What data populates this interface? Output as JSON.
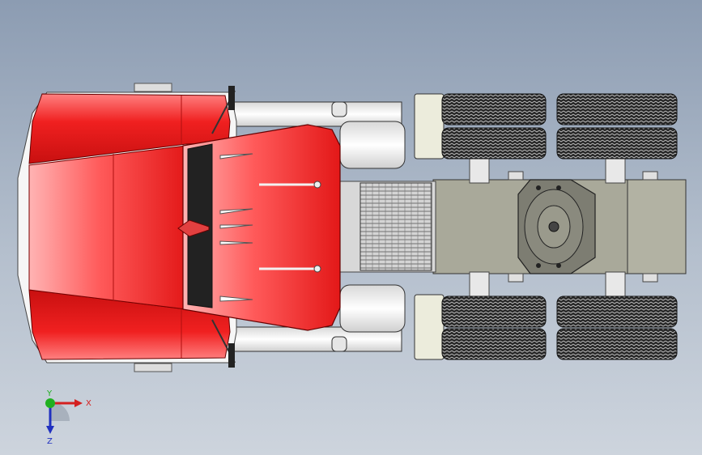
{
  "viewport": {
    "background_top": "#8c9cb2",
    "background_bottom": "#cdd4dd"
  },
  "model": {
    "cab_color": "#e8201c",
    "frame_color": "#a9a99a",
    "tire_color": "#1c1c1c",
    "tank_color": "#efefef"
  },
  "triad": {
    "x_label": "X",
    "y_label": "Y",
    "z_label": "Z",
    "x_color": "#d42020",
    "y_color": "#20b020",
    "z_color": "#2030c0"
  }
}
